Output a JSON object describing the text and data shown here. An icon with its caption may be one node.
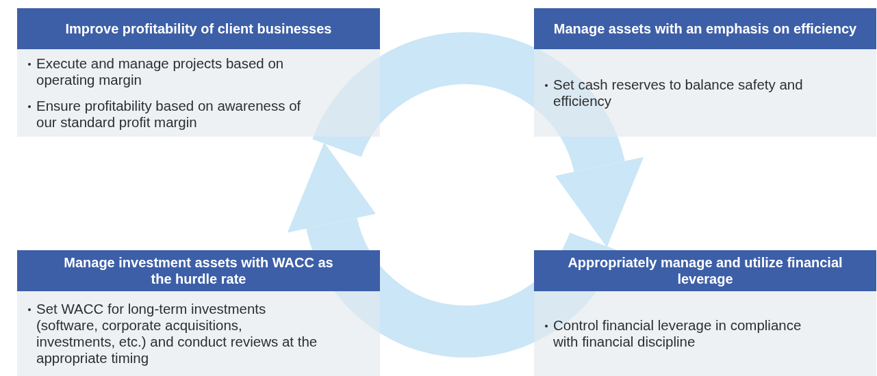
{
  "diagram": {
    "nodes": [
      {
        "text": [
          "Improve profitability of client businesses",
          "Execute and manage projects based on operating margin",
          "Ensure profitability based on awareness of our standard profit margin"
        ]
      },
      {
        "text": [
          "Manage assets with an emphasis on efficiency",
          "Set cash reserves to balance safety and efficiency"
        ]
      },
      {
        "text": [
          "Manage investment assets with WACC as the hurdle rate",
          "Set WACC for long-term investments (software, corporate acquisitions, investments, etc.) and conduct reviews at the appropriate timing"
        ]
      },
      {
        "text": [
          "Appropriately manage and utilize financial leverage",
          "Control financial leverage in compliance with financial discipline"
        ]
      }
    ]
  }
}
